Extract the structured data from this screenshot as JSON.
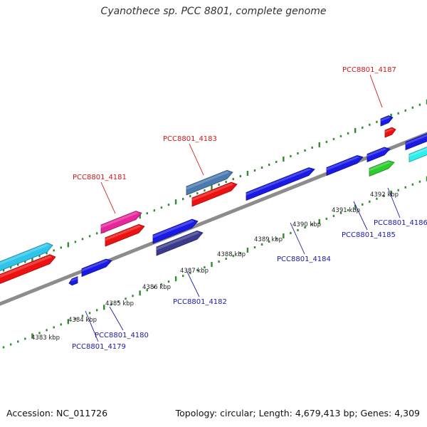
{
  "title": "Cyanothece sp. PCC 8801, complete genome",
  "footer": {
    "accession": "Accession: NC_011726",
    "summary": "Topology: circular; Length: 4,679,413 bp; Genes: 4,309"
  },
  "colors": {
    "backbone": "#8c8c8c",
    "tick": "#2e8b2e",
    "kbp_label": "#222222",
    "label_top": "#cc1a1a",
    "label_bottom": "#1a1aa6"
  },
  "kbp_labels": [
    "4383 kbp",
    "4384 kbp",
    "4385 kbp",
    "4386 kbp",
    "4387 kbp",
    "4388 kbp",
    "4389 kbp",
    "4390 kbp",
    "4391 kbp",
    "4392 kbp"
  ],
  "top_labels": [
    {
      "name": "PCC8801_4181"
    },
    {
      "name": "PCC8801_4183"
    },
    {
      "name": "PCC8801_4187"
    }
  ],
  "bottom_labels": [
    {
      "name": "PCC8801_4179"
    },
    {
      "name": "PCC8801_4180"
    },
    {
      "name": "PCC8801_4182"
    },
    {
      "name": "PCC8801_4184"
    },
    {
      "name": "PCC8801_4185"
    },
    {
      "name": "PCC8801_4186"
    }
  ],
  "genes": [
    {
      "id": "cyan-left",
      "color": "#2ec4ec"
    },
    {
      "id": "red-left",
      "color": "#ee1111"
    },
    {
      "id": "blue-small-a",
      "color": "#1a1ae6"
    },
    {
      "id": "blue-small-b",
      "color": "#1a1ae6"
    },
    {
      "id": "pink-4181",
      "color": "#e8269c"
    },
    {
      "id": "red-4181",
      "color": "#ee1111"
    },
    {
      "id": "blue-4182",
      "color": "#1a1ae6"
    },
    {
      "id": "navy-4182",
      "color": "#3c3a8c"
    },
    {
      "id": "steel-4183",
      "color": "#4a7ab0"
    },
    {
      "id": "red-4183",
      "color": "#ee1111"
    },
    {
      "id": "blue-4184",
      "color": "#1a1ae6"
    },
    {
      "id": "blue-4185",
      "color": "#1a1ae6"
    },
    {
      "id": "blue-4186a",
      "color": "#1a1ae6"
    },
    {
      "id": "green-4186",
      "color": "#2ecc2e"
    },
    {
      "id": "blue-4187",
      "color": "#1a1ae6"
    },
    {
      "id": "red-4187",
      "color": "#ee1111"
    },
    {
      "id": "blue-right",
      "color": "#1a1ae6"
    },
    {
      "id": "cyan-right",
      "color": "#2eeeee"
    }
  ]
}
